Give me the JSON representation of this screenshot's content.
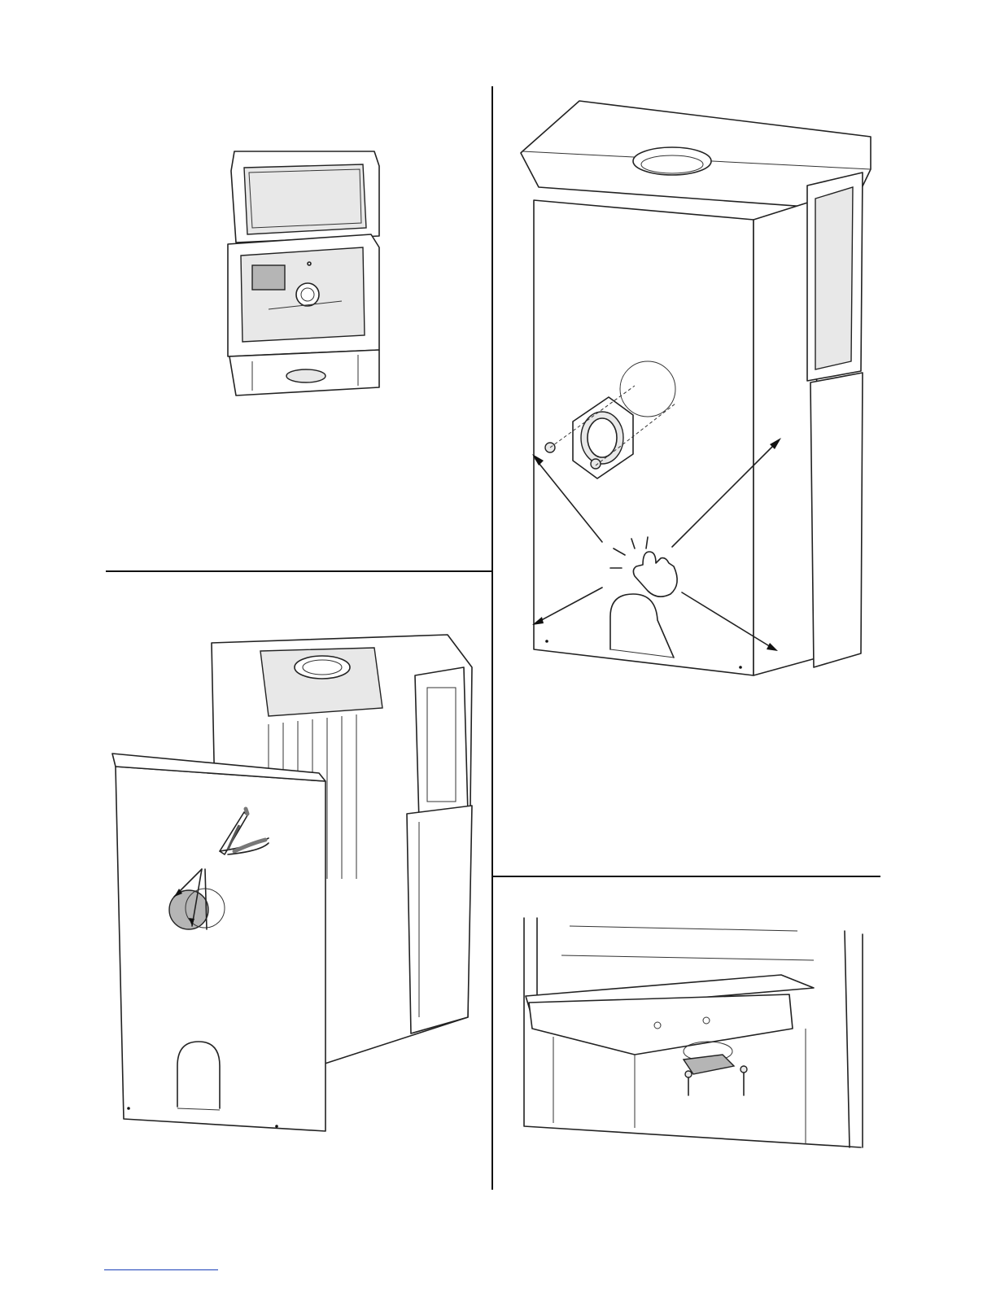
{
  "page": {
    "background": "#ffffff",
    "line_color": "#111111",
    "link_color": "#1a3fb8"
  },
  "figures": [
    {
      "name": "stove-top-panel-removed",
      "icon": "stove-open-top-icon"
    },
    {
      "name": "stove-rear-knockout-pliers",
      "icon": "pliers-icon"
    },
    {
      "name": "stove-rear-outlet-adapter",
      "icon": "hand-press-icon"
    },
    {
      "name": "stove-flue-cover-plate",
      "icon": "cover-plate-icon"
    }
  ]
}
